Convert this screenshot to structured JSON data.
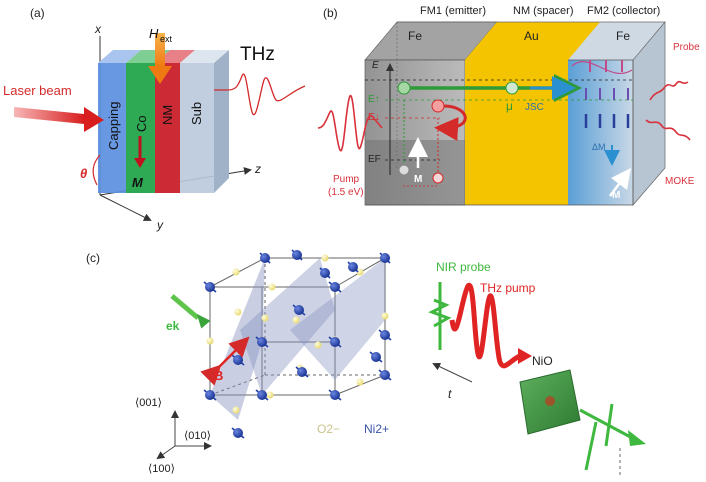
{
  "panel_a": {
    "label": "(a)",
    "axis_x": "x",
    "axis_y": "y",
    "axis_z": "z",
    "hext_main": "H",
    "hext_sub": "ext",
    "thz": "THz",
    "laser": "Laser beam",
    "theta": "θ",
    "m": "M",
    "layers": [
      "Capping",
      "Co",
      "NM",
      "Sub"
    ],
    "colors": {
      "capping": "#5b8fe0",
      "co": "#2eaa55",
      "nm": "#cc2a35",
      "sub": "#b9c9dc",
      "arrow_hext": "#f28a24",
      "thz_wave": "#d42a2a"
    }
  },
  "panel_b": {
    "label": "(b)",
    "fm1": "FM1 (emitter)",
    "nm": "NM (spacer)",
    "fm2": "FM2 (collector)",
    "fe_left": "Fe",
    "au": "Au",
    "fe_right": "Fe",
    "e": "E",
    "e_up": "E↑",
    "e_down": "E↓",
    "ef": "EF",
    "mu": "μ",
    "jsc": "JSC",
    "m_left": "M",
    "m_right": "M",
    "dm": "ΔM",
    "probe": "Probe",
    "moke": "MOKE",
    "pump": "Pump",
    "pump_energy": "(1.5 eV)",
    "colors": {
      "fe": "#9b9b9b",
      "au": "#f5c400",
      "fm2": "#8fb8de",
      "pump": "#d8323c",
      "spin_up": "#3a9a3a"
    }
  },
  "panel_c": {
    "label": "(c)",
    "ek": "ek",
    "b": "B",
    "o2": "O2−",
    "ni2": "Ni2+",
    "dir001": "⟨001⟩",
    "dir010": "⟨010⟩",
    "dir100": "⟨100⟩",
    "nir_probe": "NIR probe",
    "thz_pump": "THz pump",
    "t": "t",
    "nio": "NiO",
    "colors": {
      "ni": "#1f3fa8",
      "o": "#f3eb8c",
      "plane": "#9aa3c9",
      "nir": "#3fb83f",
      "thz": "#e02424"
    }
  }
}
